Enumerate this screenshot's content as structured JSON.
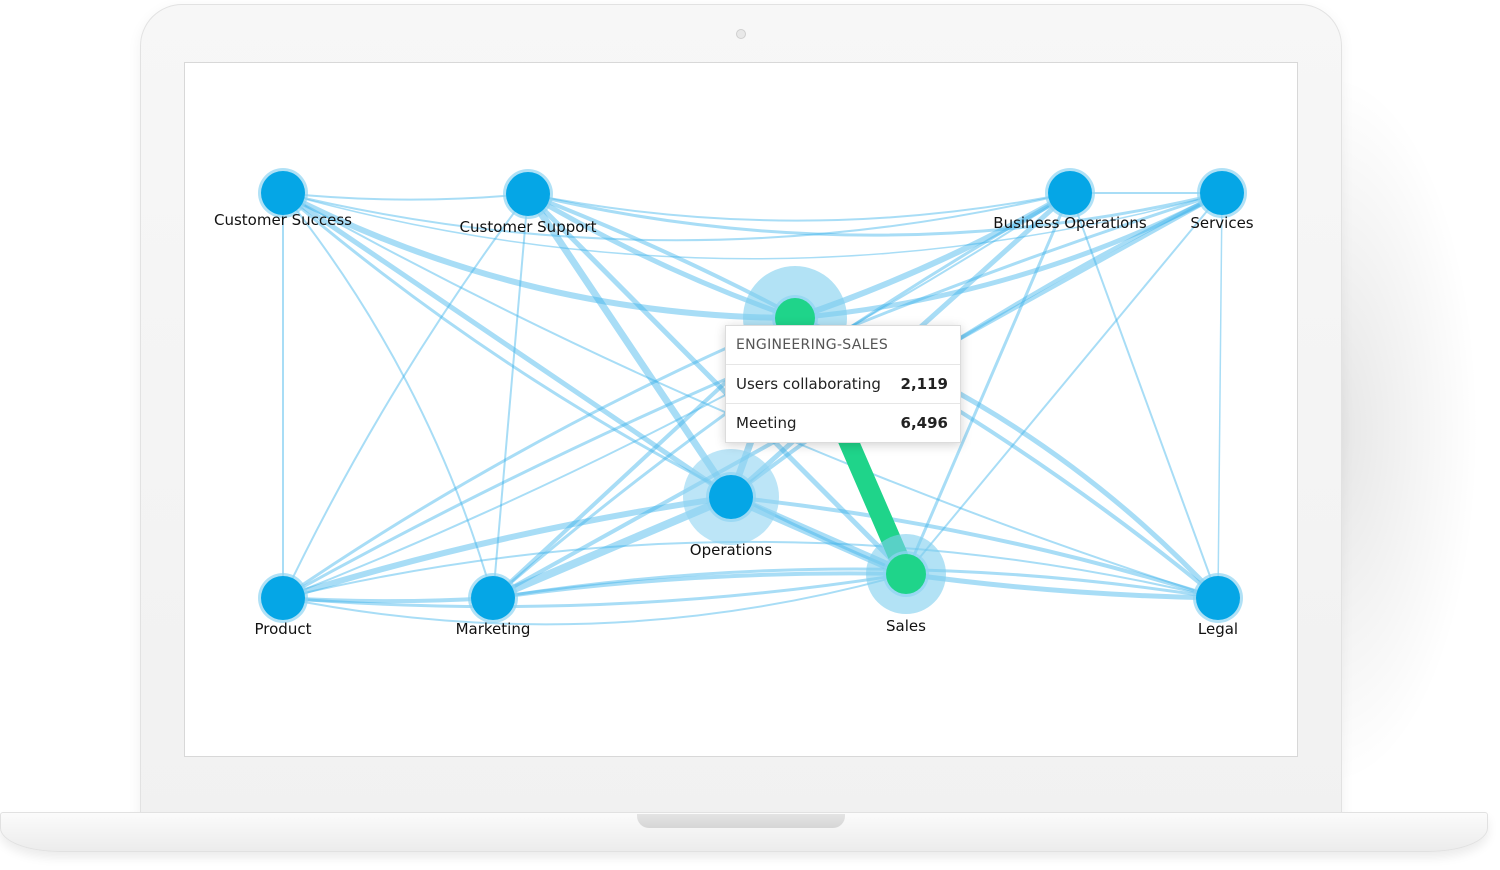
{
  "colors": {
    "node": "#05a6e6",
    "node_halo": "#8fd4f2",
    "edge": "#3fb3ea",
    "highlight": "#1fd48a",
    "highlight_halo": "#7fcfee"
  },
  "graph": {
    "nodes": [
      {
        "id": "cs",
        "label": "Customer Success"
      },
      {
        "id": "csup",
        "label": "Customer Support"
      },
      {
        "id": "bo",
        "label": "Business Operations"
      },
      {
        "id": "svc",
        "label": "Services"
      },
      {
        "id": "eng",
        "label": ""
      },
      {
        "id": "ops",
        "label": "Operations"
      },
      {
        "id": "sales",
        "label": "Sales"
      },
      {
        "id": "prod",
        "label": "Product"
      },
      {
        "id": "mkt",
        "label": "Marketing"
      },
      {
        "id": "legal",
        "label": "Legal"
      }
    ],
    "highlighted_edge": [
      "eng",
      "sales"
    ]
  },
  "tooltip": {
    "title": "ENGINEERING-SALES",
    "rows": [
      {
        "label": "Users collaborating",
        "value": "2,119"
      },
      {
        "label": "Meeting",
        "value": "6,496"
      }
    ]
  }
}
